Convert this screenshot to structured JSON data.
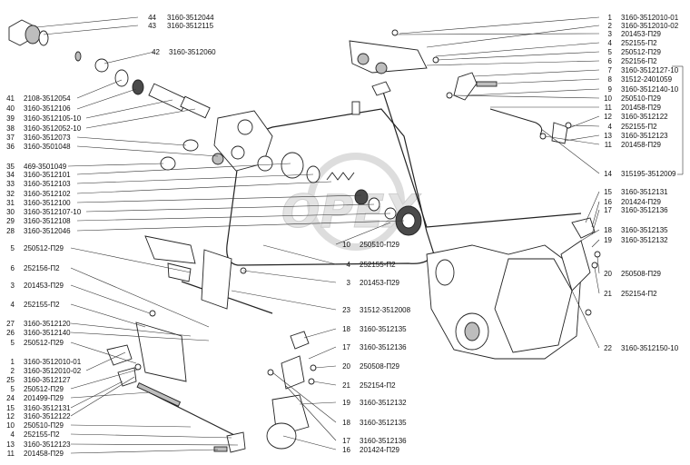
{
  "watermark": "OPEX",
  "callouts_top_right": [
    {
      "num": "1",
      "code": "3160-3512010-01"
    },
    {
      "num": "2",
      "code": "3160-3512010-02"
    },
    {
      "num": "3",
      "code": "201453-П29"
    },
    {
      "num": "4",
      "code": "252155-П2"
    },
    {
      "num": "5",
      "code": "250512-П29"
    },
    {
      "num": "6",
      "code": "252156-П2"
    },
    {
      "num": "7",
      "code": "3160-3512127-10"
    },
    {
      "num": "8",
      "code": "31512-2401059"
    },
    {
      "num": "9",
      "code": "3160-3512140-10"
    },
    {
      "num": "10",
      "code": "250510-П29"
    },
    {
      "num": "11",
      "code": "201458-П29"
    },
    {
      "num": "12",
      "code": "3160-3512122"
    },
    {
      "num": "4",
      "code": "252155-П2"
    },
    {
      "num": "13",
      "code": "3160-3512123"
    },
    {
      "num": "11",
      "code": "201458-П29"
    },
    {
      "num": "14",
      "code": "315195-3512009"
    }
  ],
  "callouts_right_middle": [
    {
      "num": "15",
      "code": "3160-3512131"
    },
    {
      "num": "16",
      "code": "201424-П29"
    },
    {
      "num": "17",
      "code": "3160-3512136"
    },
    {
      "num": "18",
      "code": "3160-3512135"
    },
    {
      "num": "19",
      "code": "3160-3512132"
    },
    {
      "num": "20",
      "code": "250508-П29"
    },
    {
      "num": "21",
      "code": "252154-П2"
    },
    {
      "num": "22",
      "code": "3160-3512150-10"
    }
  ],
  "callouts_top_left": [
    {
      "num": "44",
      "code": "3160-3512044"
    },
    {
      "num": "43",
      "code": "3160-3512115"
    },
    {
      "num": "42",
      "code": "3160-3512060"
    }
  ],
  "callouts_left_upper": [
    {
      "num": "41",
      "code": "2108-3512054"
    },
    {
      "num": "40",
      "code": "3160-3512106"
    },
    {
      "num": "39",
      "code": "3160-3512105-10"
    },
    {
      "num": "38",
      "code": "3160-3512052-10"
    },
    {
      "num": "37",
      "code": "3160-3512073"
    },
    {
      "num": "36",
      "code": "3160-3501048"
    },
    {
      "num": "35",
      "code": "469-3501049"
    },
    {
      "num": "34",
      "code": "3160-3512101"
    },
    {
      "num": "33",
      "code": "3160-3512103"
    },
    {
      "num": "32",
      "code": "3160-3512102"
    },
    {
      "num": "31",
      "code": "3160-3512100"
    },
    {
      "num": "30",
      "code": "3160-3512107-10"
    },
    {
      "num": "29",
      "code": "3160-3512108"
    },
    {
      "num": "28",
      "code": "3160-3512046"
    }
  ],
  "callouts_left_lower": [
    {
      "num": "5",
      "code": "250512-П29"
    },
    {
      "num": "6",
      "code": "252156-П2"
    },
    {
      "num": "3",
      "code": "201453-П29"
    },
    {
      "num": "4",
      "code": "252155-П2"
    },
    {
      "num": "27",
      "code": "3160-3512120"
    },
    {
      "num": "26",
      "code": "3160-3512140"
    },
    {
      "num": "5",
      "code": "250512-П29"
    },
    {
      "num": "1",
      "code": "3160-3512010-01"
    },
    {
      "num": "2",
      "code": "3160-3512010-02"
    },
    {
      "num": "25",
      "code": "3160-3512127"
    },
    {
      "num": "5",
      "code": "250512-П29"
    },
    {
      "num": "24",
      "code": "201499-П29"
    },
    {
      "num": "15",
      "code": "3160-3512131"
    },
    {
      "num": "12",
      "code": "3160-3512122"
    },
    {
      "num": "10",
      "code": "250510-П29"
    },
    {
      "num": "4",
      "code": "252155-П2"
    },
    {
      "num": "13",
      "code": "3160-3512123"
    },
    {
      "num": "11",
      "code": "201458-П29"
    }
  ],
  "callouts_center_mid": [
    {
      "num": "10",
      "code": "250510-П29"
    },
    {
      "num": "4",
      "code": "252155-П2"
    },
    {
      "num": "3",
      "code": "201453-П29"
    },
    {
      "num": "23",
      "code": "31512-3512008"
    }
  ],
  "callouts_center_low": [
    {
      "num": "18",
      "code": "3160-3512135"
    },
    {
      "num": "17",
      "code": "3160-3512136"
    },
    {
      "num": "20",
      "code": "250508-П29"
    },
    {
      "num": "21",
      "code": "252154-П2"
    },
    {
      "num": "19",
      "code": "3160-3512132"
    },
    {
      "num": "18",
      "code": "3160-3512135"
    },
    {
      "num": "17",
      "code": "3160-3512136"
    },
    {
      "num": "16",
      "code": "201424-П29"
    }
  ]
}
